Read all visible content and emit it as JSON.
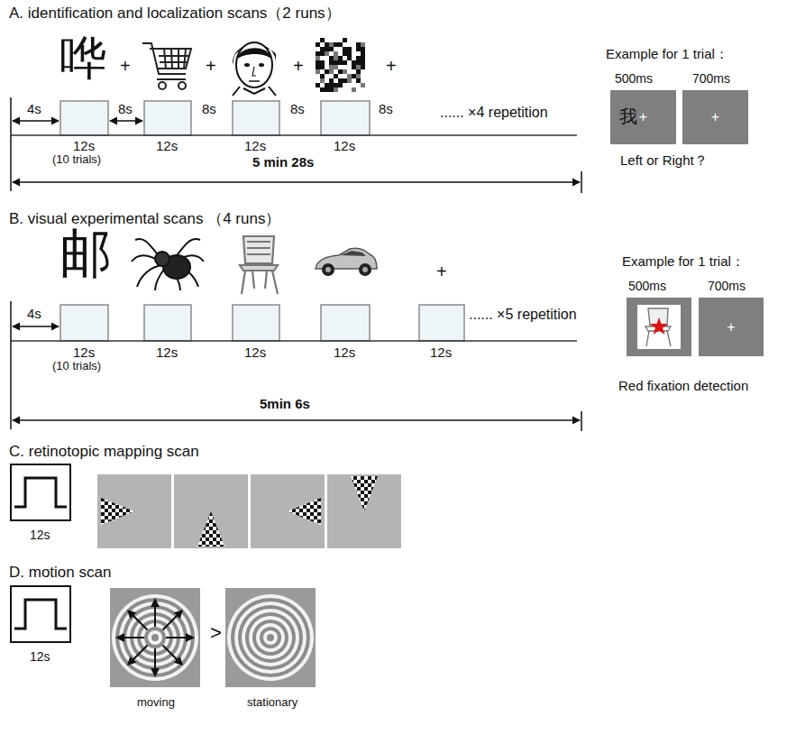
{
  "diagram": {
    "nodes": [
      {
        "text": [
          "我",
          "+"
        ]
      },
      {
        "text": [
          "+"
        ]
      },
      {
        "text": [
          "+"
        ]
      }
    ],
    "labels": [
      "A. identification and localization scans（2 runs）",
      "哗",
      "+",
      "+",
      "+",
      "+",
      "4s",
      "8s",
      "8s",
      "8s",
      "8s",
      "12s",
      "(10 trials)",
      "12s",
      "12s",
      "12s",
      "...... ×4 repetition",
      "5 min 28s",
      "Example for 1 trial：",
      "500ms",
      "700ms",
      "Left or Right？",
      "B.  visual experimental scans （4 runs）",
      "邮",
      "+",
      "4s",
      "12s",
      "(10 trials)",
      "12s",
      "12s",
      "12s",
      "12s",
      "...... ×5 repetition",
      "5min 6s",
      "Example for 1 trial：",
      "500ms",
      "700ms",
      "Red fixation detection",
      "C.  retinotopic mapping scan",
      "12s",
      "D.  motion scan",
      "12s",
      ">",
      "moving",
      "stationary"
    ]
  }
}
